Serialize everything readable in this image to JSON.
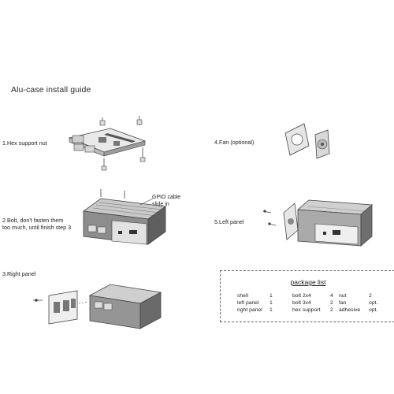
{
  "title": "Alu-case install guide",
  "steps": {
    "s1": "1.Hex support  nut",
    "s2_line1": "2.Bolt, don't fasten them",
    "s2_line2": "too much, until finish step 3",
    "s3": "3.Right panel",
    "s4": "4.Fan (optional)",
    "s5": "5.Left panel"
  },
  "callout": {
    "line1": "GPIO cable",
    "line2": "slide in"
  },
  "package_list": {
    "title": "package list",
    "col1": [
      {
        "name": "shell",
        "qty": "1"
      },
      {
        "name": "left panel",
        "qty": "1"
      },
      {
        "name": "right panel",
        "qty": "1"
      }
    ],
    "col2": [
      {
        "name": "bolt 2x4",
        "qty": "4"
      },
      {
        "name": "bolt 3x4",
        "qty": "2"
      },
      {
        "name": "hex support",
        "qty": "2"
      }
    ],
    "col3": [
      {
        "name": "nut",
        "qty": "2"
      },
      {
        "name": "fan",
        "qty": "opt."
      },
      {
        "name": "adhesive",
        "qty": "opt."
      }
    ]
  }
}
